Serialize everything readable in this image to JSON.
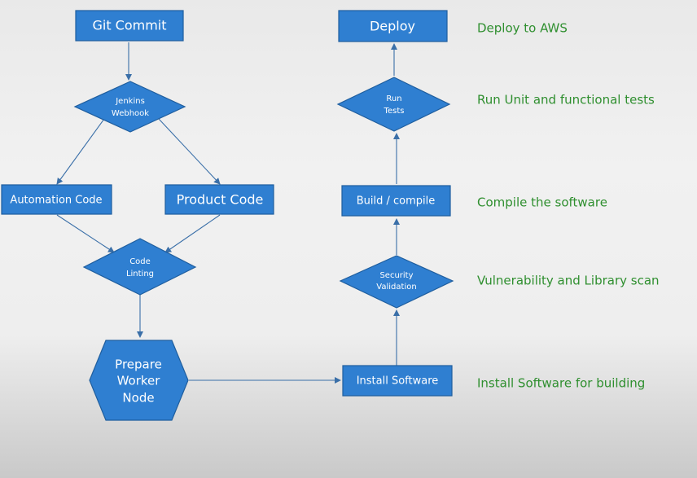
{
  "nodes": {
    "git_commit": "Git Commit",
    "jenkins_webhook": [
      "Jenkins",
      "Webhook"
    ],
    "automation_code": "Automation Code",
    "product_code": "Product Code",
    "code_linting": [
      "Code",
      "Linting"
    ],
    "prepare_worker_node": [
      "Prepare",
      "Worker",
      "Node"
    ],
    "install_software": "Install Software",
    "security_validation": [
      "Security",
      "Validation"
    ],
    "build_compile": "Build / compile",
    "run_tests": [
      "Run",
      "Tests"
    ],
    "deploy": "Deploy"
  },
  "notes": {
    "deploy": "Deploy to AWS",
    "run_tests": "Run Unit and functional tests",
    "build": "Compile the software",
    "security": "Vulnerability and Library scan",
    "install": "Install Software for building"
  },
  "colors": {
    "node_fill": "#2f7fd1",
    "node_text": "#ffffff",
    "note_text": "#2f8f2f",
    "edge": "#3a6fa8"
  }
}
